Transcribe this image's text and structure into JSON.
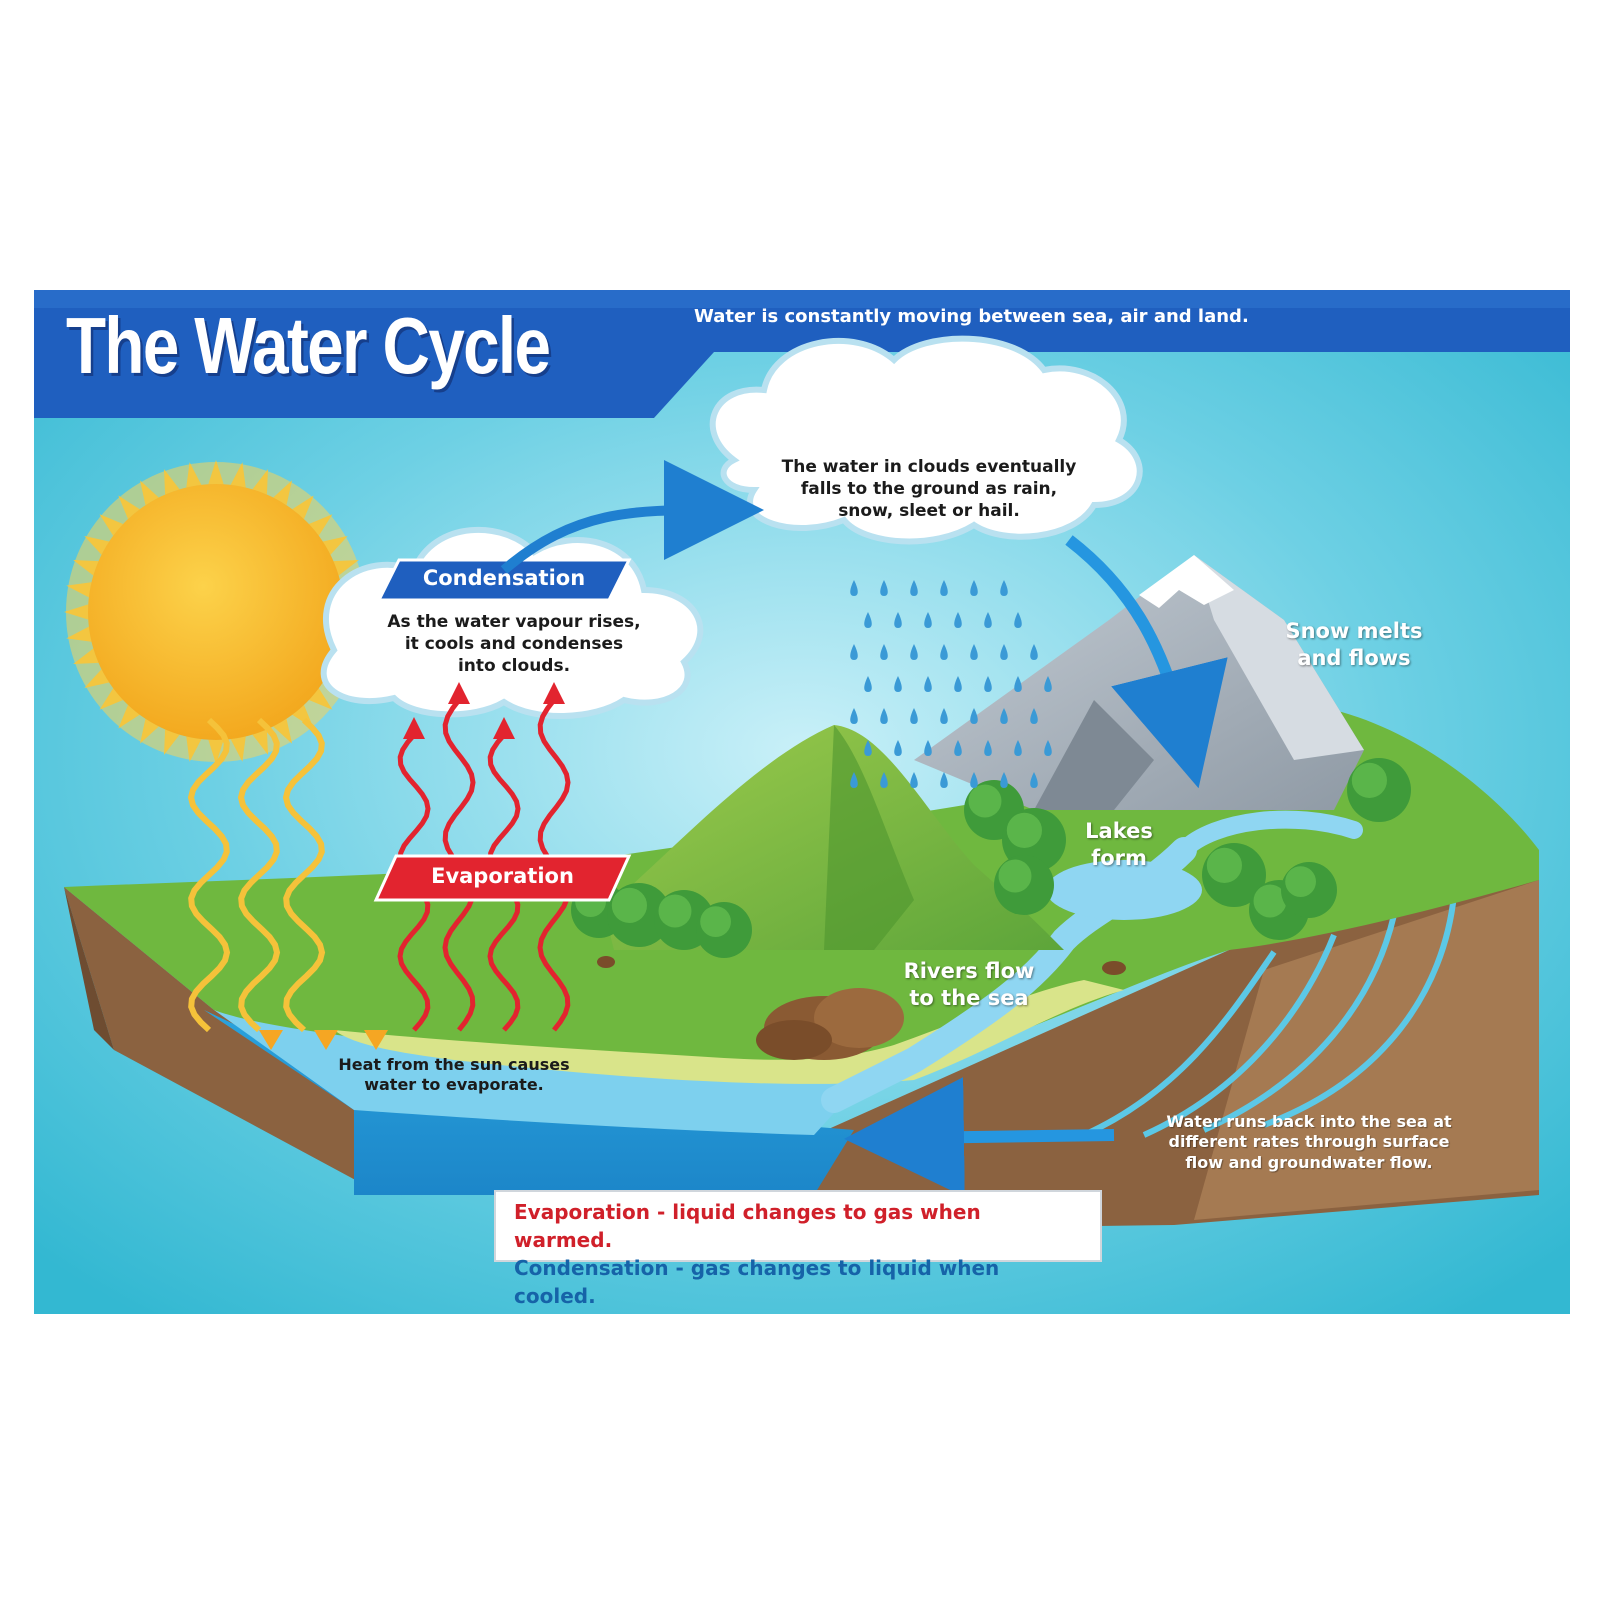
{
  "header": {
    "title": "The Water Cycle",
    "subtitle": "Water is constantly moving between sea, air and land."
  },
  "labels": {
    "condensation_banner": "Condensation",
    "condensation_text": [
      "As the water vapour rises,",
      "it cools and condenses",
      "into clouds."
    ],
    "precipitation_text": [
      "The water in clouds eventually",
      "falls to the ground as rain,",
      "snow, sleet or hail."
    ],
    "evaporation_banner": "Evaporation",
    "heat_text": [
      "Heat from the sun causes",
      "water to evaporate."
    ],
    "snow_text": [
      "Snow melts",
      "and flows"
    ],
    "lakes_text": [
      "Lakes",
      "form"
    ],
    "rivers_text": [
      "Rivers flow",
      "to the sea"
    ],
    "runoff_text": [
      "Water runs back into the sea at",
      "different rates through surface",
      "flow and groundwater flow."
    ]
  },
  "legend": {
    "evaporation_term": "Evaporation",
    "evaporation_def": " - liquid changes to gas when ",
    "evaporation_key": "warmed",
    "period1": ".",
    "condensation_term": "Condensation",
    "condensation_def": " - gas changes to liquid when ",
    "condensation_key": "cooled",
    "period2": "."
  },
  "colors": {
    "header_blue": "#1f5fbf",
    "sky": "#3cbfd6",
    "evaporation_red": "#d0202a",
    "condensation_blue": "#1663a8",
    "sun": "#f7c333"
  },
  "icons": [
    "sun-icon",
    "cloud-icon",
    "mountain-icon",
    "tree-icon",
    "rock-icon",
    "raindrop-icon"
  ]
}
